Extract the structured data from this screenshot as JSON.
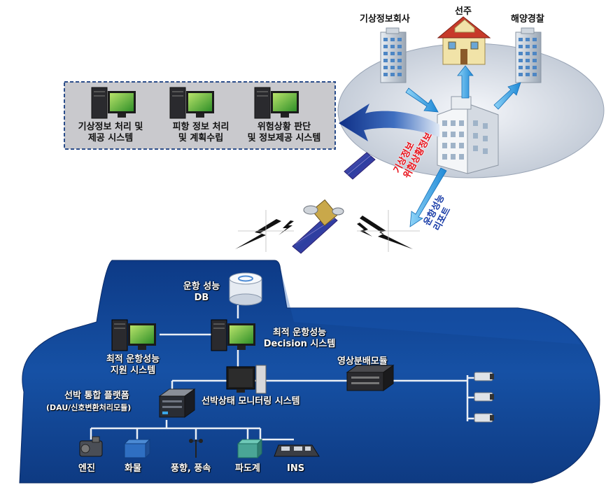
{
  "top": {
    "weather_company": "기상정보회사",
    "ship_owner": "선주",
    "coast_guard": "해양경찰"
  },
  "systems_box": {
    "items": [
      {
        "line1": "기상정보 처리 및",
        "line2": "제공 시스템"
      },
      {
        "line1": "피항 정보 처리",
        "line2": "및 계획수립"
      },
      {
        "line1": "위험상황 판단",
        "line2": "및 정보제공 시스템"
      }
    ]
  },
  "arrows_text": {
    "downlink_1": "기상정보",
    "downlink_2": "위험상황정보",
    "uplink_1": "운항성능",
    "uplink_2": "리포트"
  },
  "ship": {
    "db_line1": "운항 성능",
    "db_line2": "DB",
    "support_line1": "최적 운항성능",
    "support_line2": "지원 시스템",
    "decision_line1": "최적 운항성능",
    "decision_line2": "Decision 시스템",
    "video_module": "영상분배모듈",
    "monitoring": "선박상태 모니터링 시스템",
    "platform_line1": "선박 통합 플랫폼",
    "platform_line2": "(DAU/신호변환처리모듈)",
    "sensors": [
      "엔진",
      "화물",
      "풍향, 풍속",
      "파도계",
      "INS"
    ]
  },
  "colors": {
    "hull": "#123f86",
    "hull_dark": "#0c2d66",
    "arrow_blue": "#3aa6e8",
    "box_bg": "#c9c9cd",
    "box_border": "#2b4d8a",
    "ellipse": "#c8d0dc",
    "red_text": "#e8121b"
  },
  "icons": [
    "computer-icon",
    "database-icon",
    "satellite-icon",
    "camera-icon",
    "building-icon",
    "house-icon"
  ]
}
